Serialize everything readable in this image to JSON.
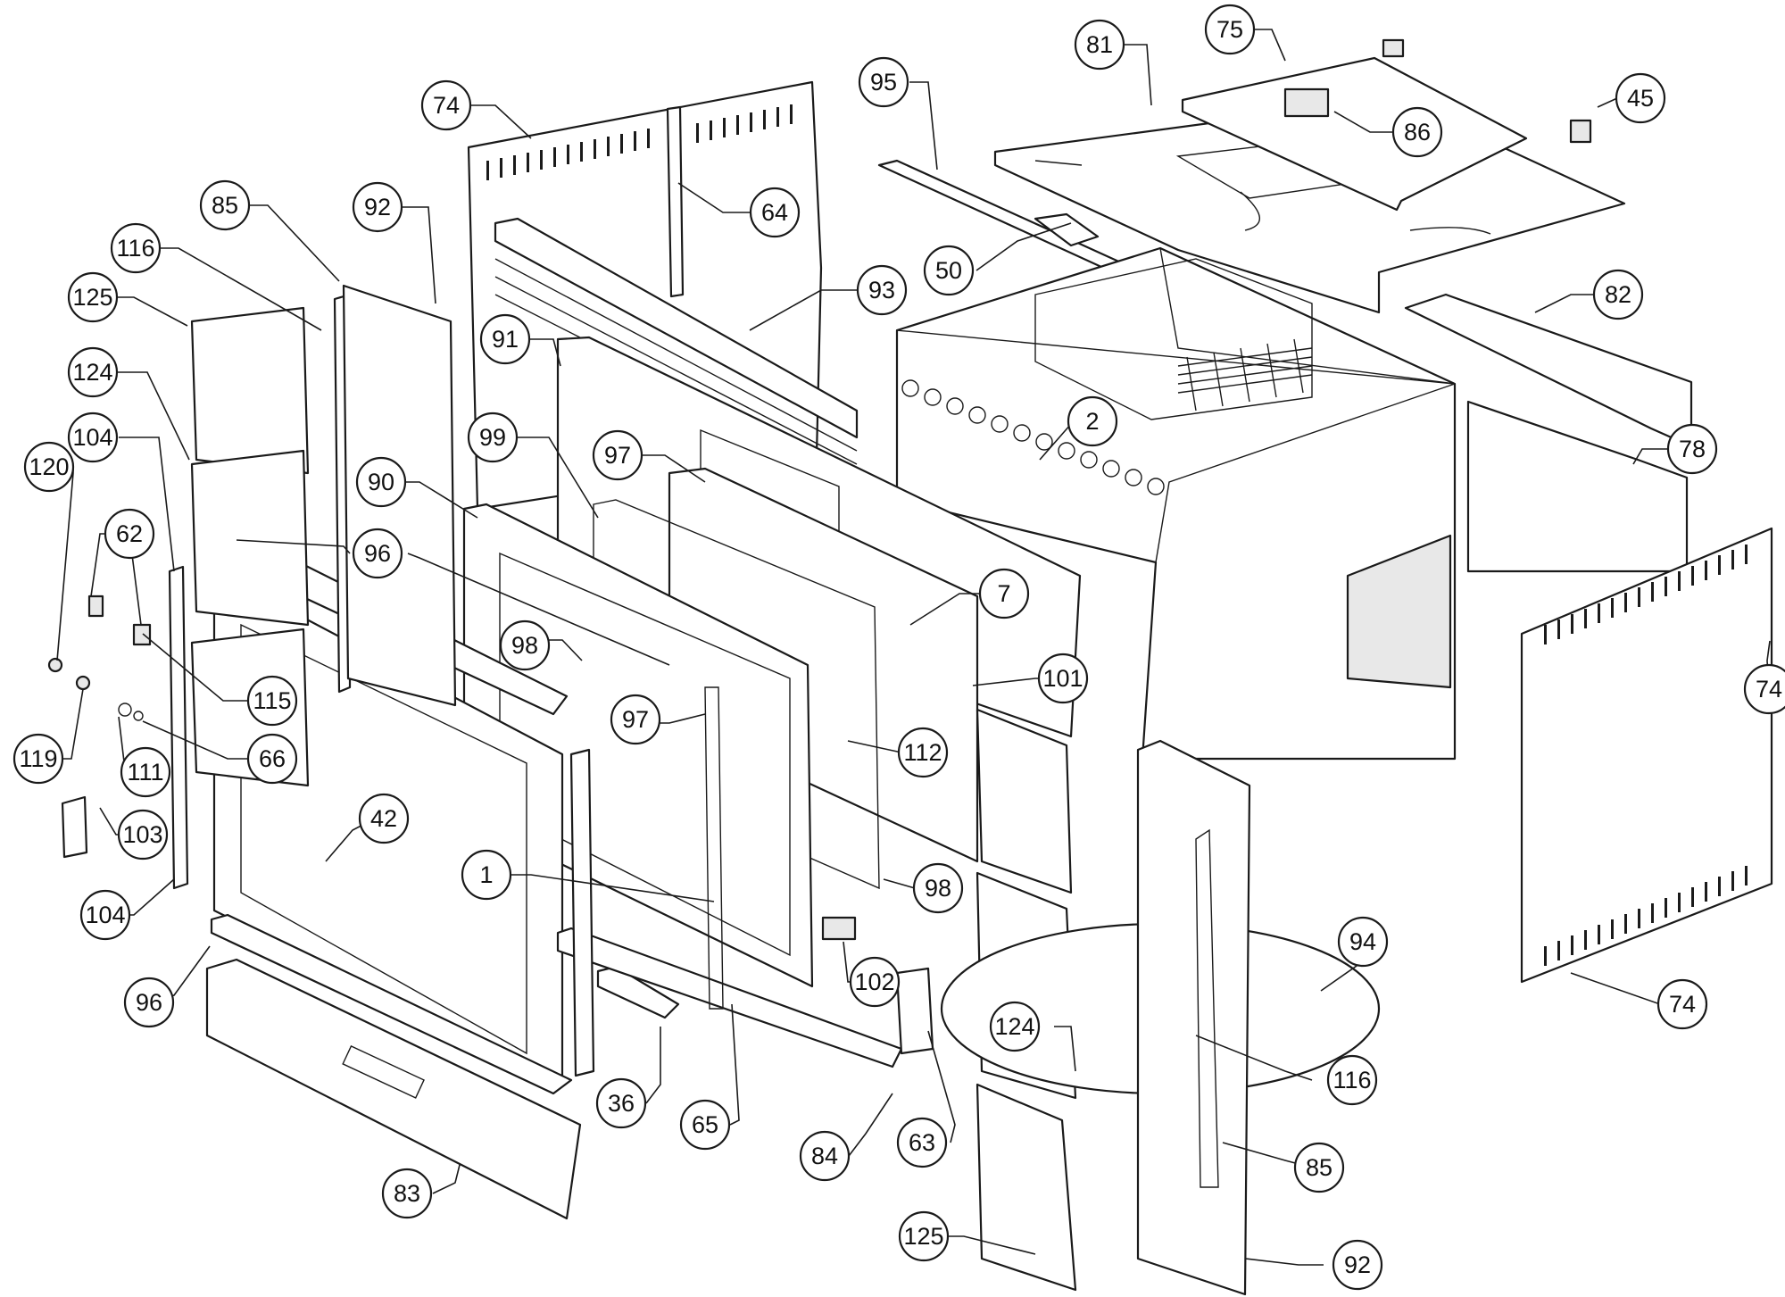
{
  "callouts": [
    {
      "label": "75"
    },
    {
      "label": "81"
    },
    {
      "label": "45"
    },
    {
      "label": "95"
    },
    {
      "label": "74"
    },
    {
      "label": "86"
    },
    {
      "label": "64"
    },
    {
      "label": "85"
    },
    {
      "label": "92"
    },
    {
      "label": "116"
    },
    {
      "label": "50"
    },
    {
      "label": "93"
    },
    {
      "label": "82"
    },
    {
      "label": "125"
    },
    {
      "label": "91"
    },
    {
      "label": "124"
    },
    {
      "label": "104"
    },
    {
      "label": "99"
    },
    {
      "label": "2"
    },
    {
      "label": "120"
    },
    {
      "label": "97"
    },
    {
      "label": "78"
    },
    {
      "label": "90"
    },
    {
      "label": "62"
    },
    {
      "label": "96"
    },
    {
      "label": "7"
    },
    {
      "label": "98"
    },
    {
      "label": "115"
    },
    {
      "label": "101"
    },
    {
      "label": "74"
    },
    {
      "label": "97"
    },
    {
      "label": "119"
    },
    {
      "label": "66"
    },
    {
      "label": "112"
    },
    {
      "label": "111"
    },
    {
      "label": "42"
    },
    {
      "label": "103"
    },
    {
      "label": "1"
    },
    {
      "label": "98"
    },
    {
      "label": "104"
    },
    {
      "label": "94"
    },
    {
      "label": "102"
    },
    {
      "label": "96"
    },
    {
      "label": "74"
    },
    {
      "label": "124"
    },
    {
      "label": "116"
    },
    {
      "label": "36"
    },
    {
      "label": "65"
    },
    {
      "label": "84"
    },
    {
      "label": "63"
    },
    {
      "label": "85"
    },
    {
      "label": "83"
    },
    {
      "label": "125"
    },
    {
      "label": "92"
    }
  ]
}
